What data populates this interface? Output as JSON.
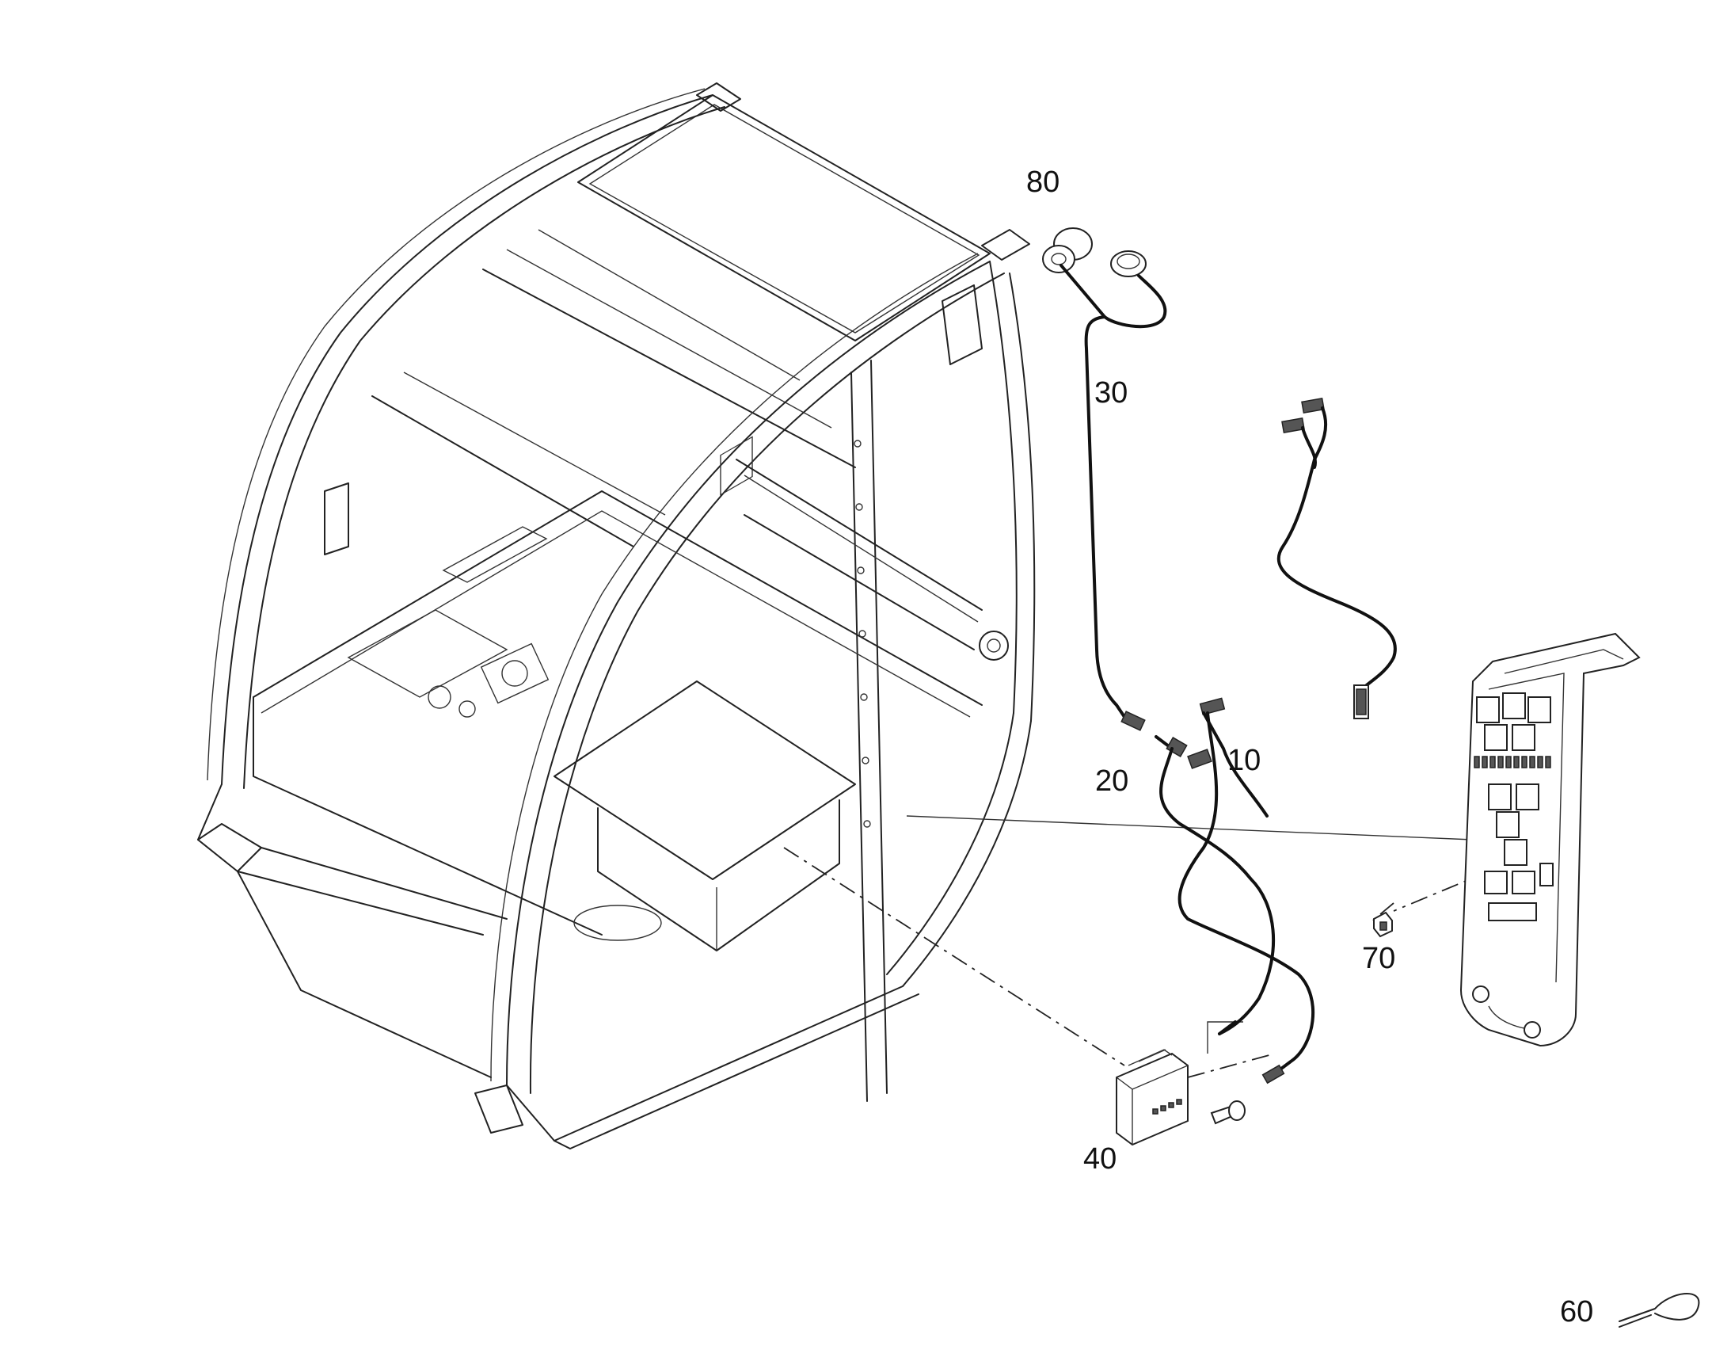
{
  "callouts": {
    "c10": "10",
    "c20": "20",
    "c30": "30",
    "c40": "40",
    "c60": "60",
    "c70": "70",
    "c80": "80"
  }
}
